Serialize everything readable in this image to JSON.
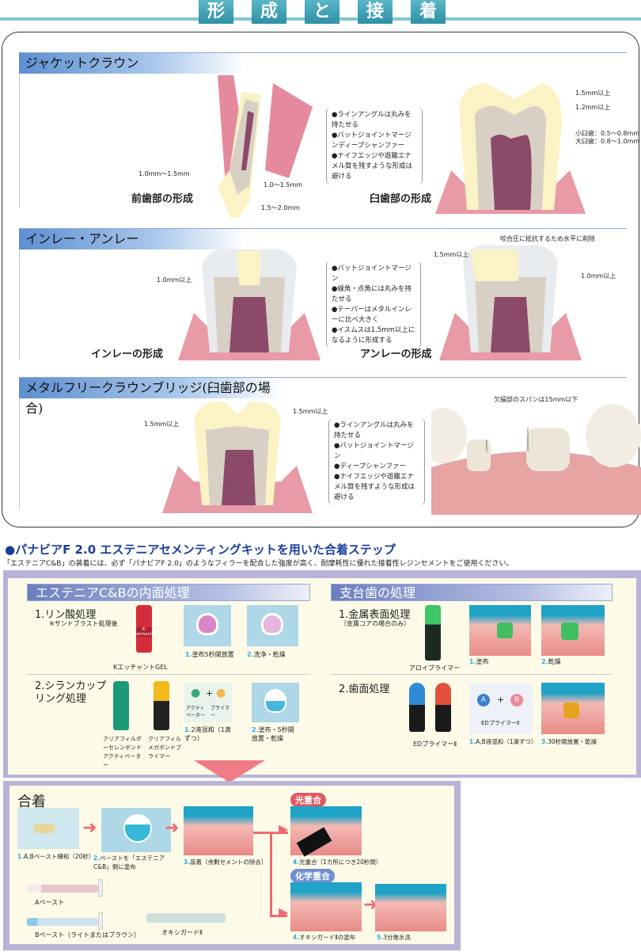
{
  "banner": {
    "chars": [
      "形",
      "成",
      "と",
      "接",
      "着"
    ]
  },
  "jacket": {
    "title": "ジャケットクラウン",
    "anterior": {
      "caption": "前歯部の形成",
      "labels": [
        "1.0mm〜1.5mm",
        "1.0〜1.5mm",
        "1.5〜2.0mm"
      ]
    },
    "notes": [
      "●ラインアングルは丸みを持たせる",
      "●バットジョイントマージンディープシャンファー",
      "●ナイフエッジや遊離エナメル質を残すような形成は避ける"
    ],
    "molar": {
      "caption": "臼歯部の形成",
      "labels": [
        "1.5mm以上",
        "1.2mm以上",
        "小臼歯：0.5〜0.8mm",
        "大臼歯：0.8〜1.0mm"
      ]
    }
  },
  "inlay": {
    "title": "インレー・アンレー",
    "inlay": {
      "caption": "インレーの形成",
      "labels": [
        "1.0mm以上"
      ]
    },
    "notes": [
      "●バットジョイントマージン",
      "●線角・点角には丸みを持たせる",
      "●テーパーはメタルインレーに比べ大きく",
      "●イスムスは1.5mm以上になるように形成する"
    ],
    "onlay": {
      "caption": "アンレーの形成",
      "labels": [
        "咬合圧に抵抗するため水平に削除",
        "1.5mm以上",
        "1.0mm以上"
      ]
    }
  },
  "metalfree": {
    "title": "メタルフリークラウンブリッジ(臼歯部の場合)",
    "labels": [
      "1.5mm以上",
      "1.5mm以上"
    ],
    "notes": [
      "●ラインアングルは丸みを持たせる",
      "●バットジョイントマージン",
      "●ディープシャンファー",
      "●ナイフエッジや遊離エナメル質を残すような形成は避ける"
    ],
    "bridge_label": "欠損部のスパンは15mm以下"
  },
  "steps": {
    "title": "●パナビアF 2.0  エステニアセメンティングキットを用いた合着ステップ",
    "subtitle": "「エステニアC&B」の装着には、必ず「パナビアF 2.0」のようなフィラーを配合した強度が高く、耐摩耗性に優れた接着性レジンセメントをご使用ください。",
    "left": {
      "header": "エステニアC&Bの内面処理",
      "s1": {
        "title": "1.リン酸処理",
        "note": "※サンドブラスト処理後",
        "product": "KエッチャントGEL",
        "bottle_text": "K-etchant",
        "photos": [
          {
            "n": "1.",
            "t": "塗布5秒間放置"
          },
          {
            "n": "2.",
            "t": "洗浄・乾燥"
          }
        ]
      },
      "s2": {
        "title": "2.シランカップリング処理",
        "products": [
          "クリアフィルポーセレンボンドアクティベーター",
          "クリアフィルメガボンドプライマー"
        ],
        "mix": {
          "a": "アクティベーター",
          "b": "プライマー",
          "plus": "+"
        },
        "photos": [
          {
            "n": "1.",
            "t": "2液混和（1滴ずつ）"
          },
          {
            "n": "2.",
            "t": "塗布・5秒間放置・乾燥"
          }
        ]
      }
    },
    "right": {
      "header": "支台歯の処理",
      "s1": {
        "title": "1.金属表面処理",
        "note": "（金属コアの場合のみ）",
        "product": "アロイプライマー",
        "photos": [
          {
            "n": "1.",
            "t": "塗布"
          },
          {
            "n": "2.",
            "t": "乾燥"
          }
        ]
      },
      "s2": {
        "title": "2.歯面処理",
        "product": "EDプライマーⅡ",
        "mix": {
          "a": "A",
          "b": "B",
          "plus": "+",
          "label": "EDプライマーⅡ"
        },
        "photos": [
          {
            "n": "1.",
            "t": "A,B液混和（1滴ずつ）"
          },
          {
            "n": "3.",
            "t": "30秒間放置・乾燥"
          }
        ]
      }
    },
    "cement": {
      "title": "合着",
      "photos": [
        {
          "n": "1.",
          "t": "A,Bペースト練和（20秒）"
        },
        {
          "n": "2.",
          "t": "ペーストを「エステニアC&B」側に塗布"
        },
        {
          "n": "3.",
          "t": "装着（余剰セメントの除去）"
        },
        {
          "n": "4.",
          "t": "光重合（1カ所につき20秒間）"
        },
        {
          "n": "4.",
          "t": "オキシガードⅡの塗布"
        },
        {
          "n": "5.",
          "t": "3分後水洗"
        }
      ],
      "light_badge": "光重合",
      "chem_badge": "化学重合",
      "paste_a": "Aペースト",
      "paste_b": "Bペースト（ライトまたはブラウン）",
      "oxyguard": "オキシガードⅡ"
    }
  },
  "colors": {
    "teal": "#2e8fa6",
    "blue_title": "#1b3f9a",
    "step_num": "#2aa6e0",
    "arrow": "#ef6a73"
  }
}
